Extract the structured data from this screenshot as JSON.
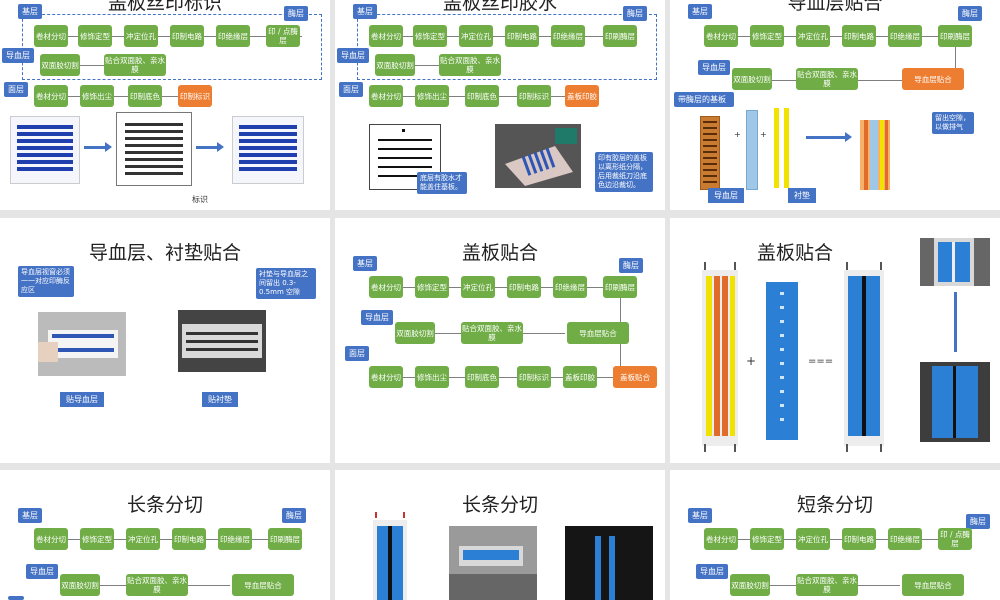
{
  "flow": {
    "base": "基层",
    "guide": "导血层",
    "face": "面层",
    "enzyme": "酶层",
    "slit": "卷材分切",
    "trim": "修饰定型",
    "punch": "冲定位孔",
    "print_circuit": "印制电路",
    "print_insulation": "印绝缘层",
    "print_enzyme": "印刷酶层",
    "print_point_enzyme": "印 / 点酶层",
    "double_tape": "双面胶切割",
    "tape_film": "贴合双面胶、亲水膜",
    "guide_laminate": "导血层贴合",
    "trim_dust": "修饰出尘",
    "print_base_color": "印制底色",
    "print_base_color_wrap": "印制底色",
    "print_mark": "印制标识",
    "cover_glue": "盖板印胶",
    "cover_laminate": "盖板贴合",
    "print_color": "印制底色"
  },
  "slides": {
    "s1": {
      "title": "盖板丝印标识",
      "caption": "标识"
    },
    "s2": {
      "title": "盖板丝印胶水",
      "callout_a": "底层有胶水才能盖住基板。",
      "callout_b": "印有胶层的盖板以离形纸分隔，后用裁纸刀沿底色边沿裁切。"
    },
    "s3": {
      "title": "导血层贴合",
      "label_base": "带酶层的基板",
      "label_guide": "导血层",
      "label_pad": "衬垫",
      "callout": "留出空隙，以做排气"
    },
    "s4": {
      "title": "导血层、衬垫贴合",
      "callout_a": "导血层视窗必须一一对应印酶反应区",
      "callout_b": "衬垫与导血层之间留出 0.3-0.5mm 空隙",
      "caption_a": "贴导血层",
      "caption_b": "贴衬垫"
    },
    "s5": {
      "title": "盖板贴合"
    },
    "s6": {
      "title": "盖板贴合",
      "plus": "+",
      "equals": "==="
    },
    "s7": {
      "title": "长条分切"
    },
    "s8": {
      "title": "长条分切"
    },
    "s9": {
      "title": "短条分切"
    }
  },
  "colors": {
    "accent": "#4472c4",
    "step_green": "#70ad47",
    "step_orange": "#ed7d31"
  }
}
